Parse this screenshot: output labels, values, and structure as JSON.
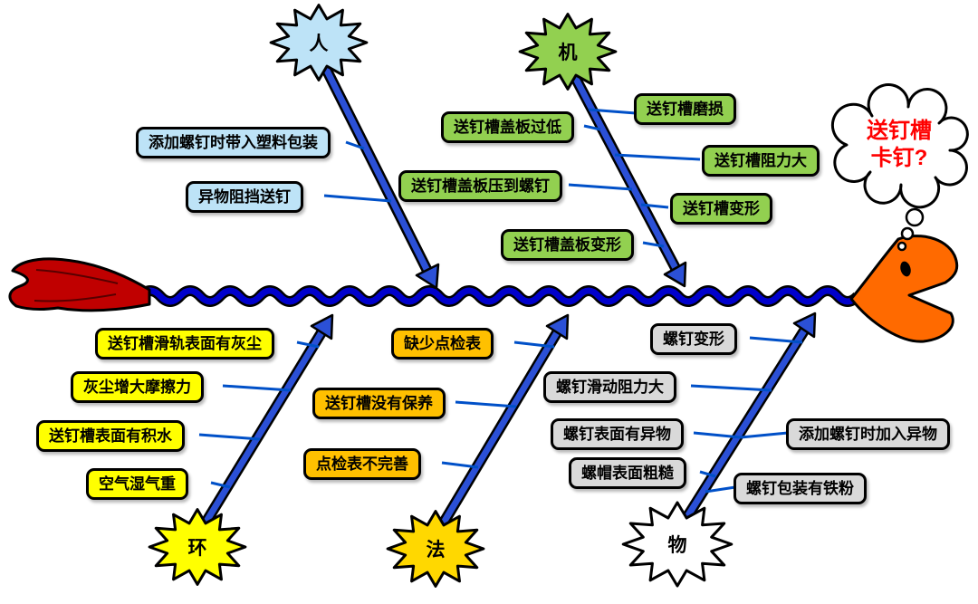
{
  "effect": {
    "line1": "送钉槽",
    "line2": "卡钉?"
  },
  "categories": {
    "person": {
      "label": "人"
    },
    "machine": {
      "label": "机"
    },
    "environment": {
      "label": "环"
    },
    "method": {
      "label": "法"
    },
    "material": {
      "label": "物"
    }
  },
  "causes": {
    "person": [
      "添加螺钉时带入塑料包装",
      "异物阻挡送钉"
    ],
    "machine": [
      "送钉槽盖板过低",
      "送钉槽盖板压到螺钉",
      "送钉槽盖板变形",
      "送钉槽磨损",
      "送钉槽阻力大",
      "送钉槽变形"
    ],
    "environment": [
      "送钉槽滑轨表面有灰尘",
      "灰尘增大摩擦力",
      "送钉槽表面有积水",
      "空气湿气重"
    ],
    "method": [
      "缺少点检表",
      "送钉槽没有保养",
      "点检表不完善"
    ],
    "material": [
      "螺钉变形",
      "螺钉滑动阻力大",
      "螺钉表面有异物",
      "螺帽表面粗糙",
      "添加螺钉时加入异物",
      "螺钉包装有铁粉"
    ]
  },
  "colors": {
    "spine": "#0000CC",
    "branch": "#2B50D6",
    "person_box": "#BDE3F7",
    "machine_box": "#92D050",
    "environment_box": "#FFFF00",
    "method_box": "#FFC000",
    "material_box": "#D9D9D9",
    "person_star": "#BDE3F7",
    "machine_star": "#92D050",
    "environment_star": "#FFFF00",
    "method_star": "#FFD800",
    "material_star": "#FFFFFF",
    "head": "#FF6A00",
    "tail": "#C00000",
    "effect_text": "#FF0000"
  }
}
